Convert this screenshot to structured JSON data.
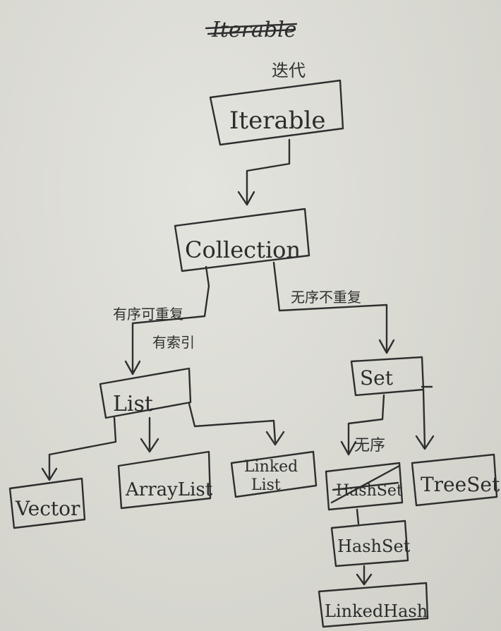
{
  "diagram": {
    "crossed_out_heading": "Iterable",
    "iterate_label": "迭代",
    "nodes": {
      "iterable": "Iterable",
      "collection": "Collection",
      "list": "List",
      "set": "Set",
      "vector": "Vector",
      "arraylist": "ArrayList",
      "linkedlist_line1": "Linked",
      "linkedlist_line2": "List",
      "hash_crossed": "HashSet",
      "treeset": "TreeSet",
      "hashset": "HashSet",
      "linkedhash": "LinkedHash"
    },
    "edge_labels": {
      "list_line1": "有序可重复",
      "list_line2": "有索引",
      "set": "无序不重复",
      "unordered": "无序"
    }
  }
}
